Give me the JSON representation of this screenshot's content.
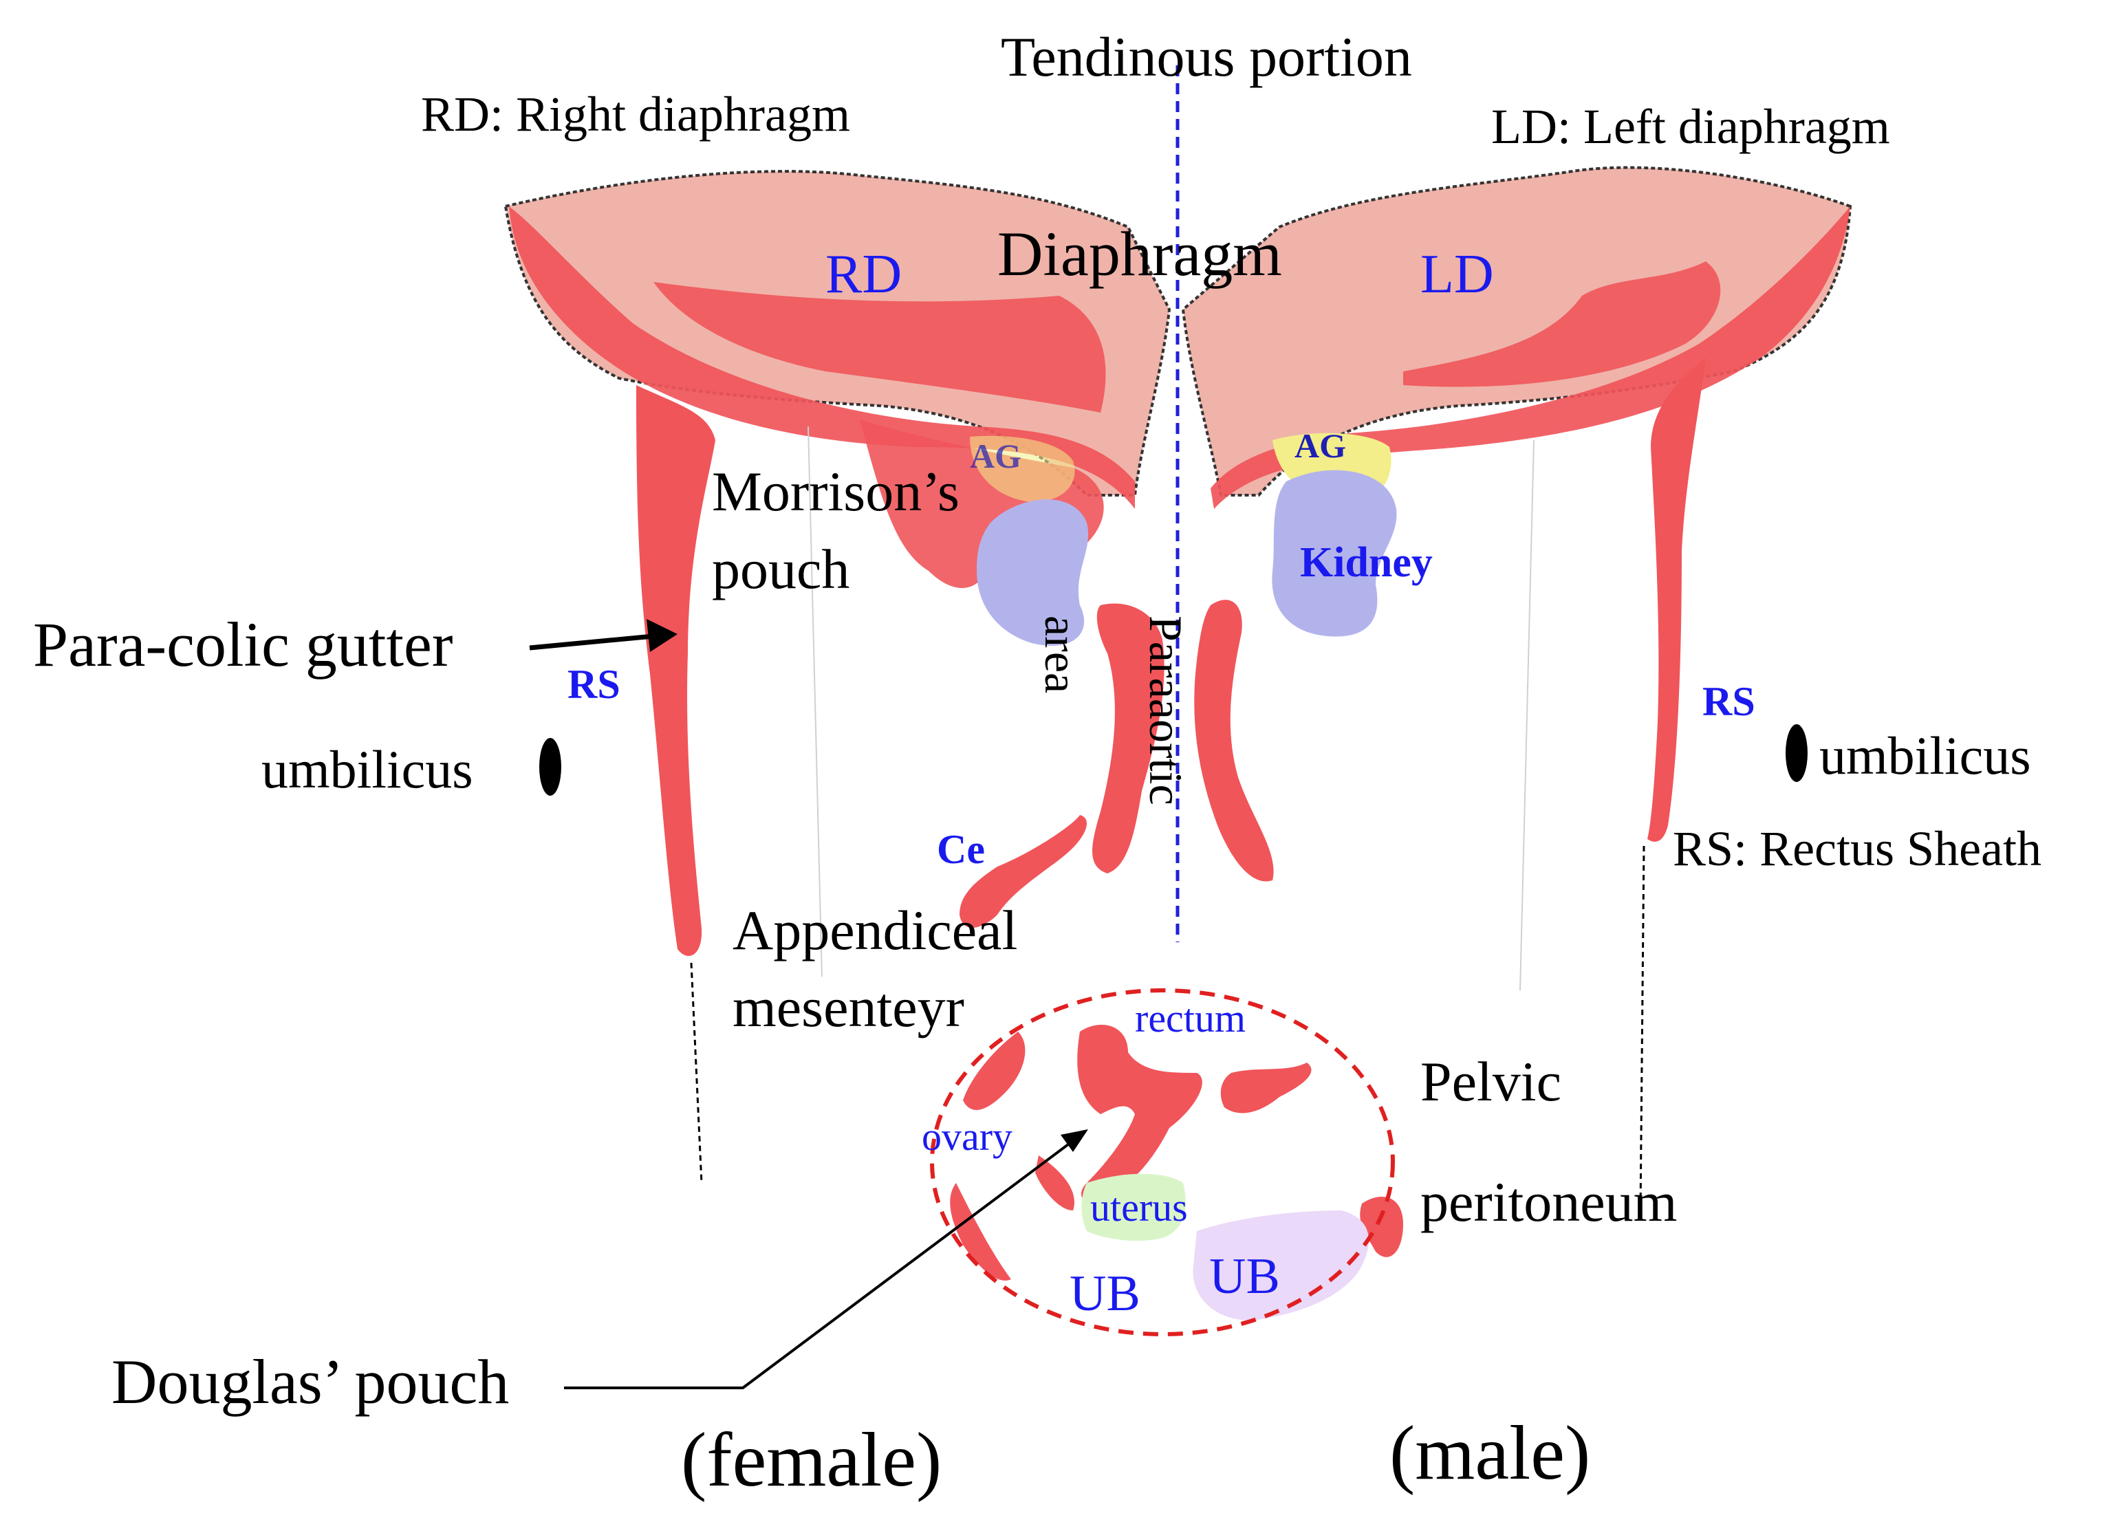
{
  "labels": {
    "tendinous_portion": "Tendinous portion",
    "rd_legend": "RD: Right diaphragm",
    "ld_legend": "LD: Left diaphragm",
    "diaphragm": "Diaphragm",
    "rd": "RD",
    "ld": "LD",
    "ag_right": "AG",
    "ag_left": "AG",
    "morrisons_line1": "Morrison’s",
    "morrisons_line2": "pouch",
    "kidney": "Kidney",
    "area": "area",
    "paraaortic": "Paraaortic",
    "para_colic_gutter": "Para-colic gutter",
    "rs_right": "RS",
    "rs_left": "RS",
    "umbilicus_right": "umbilicus",
    "umbilicus_left": "umbilicus",
    "rs_legend": "RS: Rectus Sheath",
    "ce": "Ce",
    "appendiceal_line1": "Appendiceal",
    "appendiceal_line2": "mesenteyr",
    "rectum": "rectum",
    "ovary": "ovary",
    "uterus": "uterus",
    "ub_female": "UB",
    "ub_male": "UB",
    "pelvic": "Pelvic",
    "peritoneum": "peritoneum",
    "douglas_pouch": "Douglas’ pouch",
    "female": "(female)",
    "male": "(male)"
  },
  "colors": {
    "diaphragm_fill": "#efb3aa",
    "peritoneum_red": "#f0555a",
    "peritoneum_light": "#f47e80",
    "kidney": "#b3b3ec",
    "adrenal_yellow": "#f3ee8a",
    "uterus_green": "#d9f5c8",
    "bladder_lavender": "#ead9f8",
    "text_blue": "#1a1aee",
    "midline_blue": "#2020dd",
    "pelvic_circle": "#e02020"
  }
}
